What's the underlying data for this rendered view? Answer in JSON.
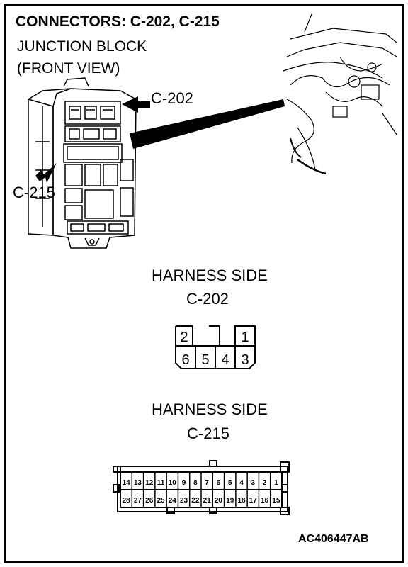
{
  "title": "CONNECTORS: C-202, C-215",
  "subtitle_line1": "JUNCTION BLOCK",
  "subtitle_line2": "(FRONT VIEW)",
  "callouts": {
    "upper": "C-202",
    "lower": "C-215"
  },
  "connector_c202": {
    "heading": "HARNESS SIDE",
    "name": "C-202",
    "top_row": [
      "2",
      "",
      "1"
    ],
    "bottom_row": [
      "6",
      "5",
      "4",
      "3"
    ]
  },
  "connector_c215": {
    "heading": "HARNESS SIDE",
    "name": "C-215",
    "top_row": [
      "14",
      "13",
      "12",
      "11",
      "10",
      "9",
      "8",
      "7",
      "6",
      "5",
      "4",
      "3",
      "2",
      "1"
    ],
    "bottom_row": [
      "28",
      "27",
      "26",
      "25",
      "24",
      "23",
      "22",
      "21",
      "20",
      "19",
      "18",
      "17",
      "16",
      "15"
    ]
  },
  "figure_id": "AC406447AB",
  "colors": {
    "line": "#000000",
    "background": "#ffffff"
  }
}
